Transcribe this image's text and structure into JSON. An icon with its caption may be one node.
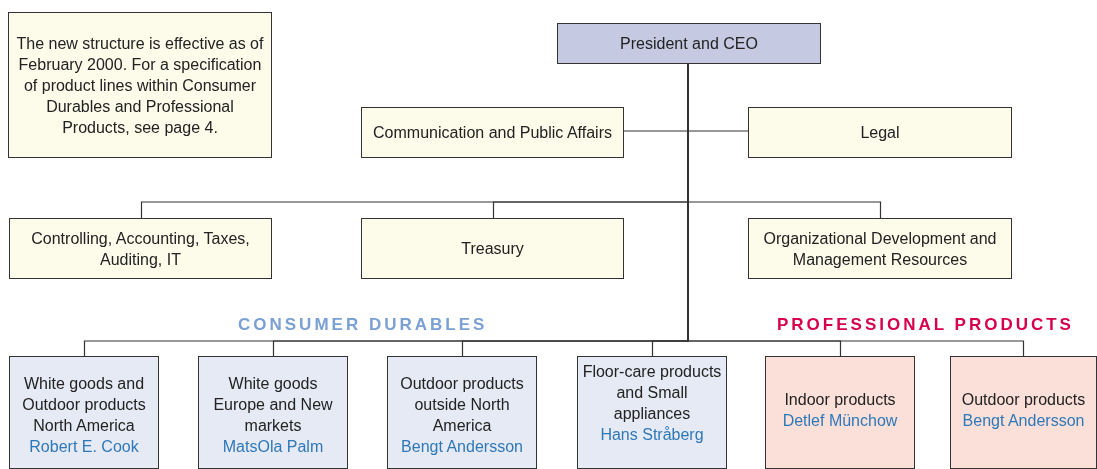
{
  "diagram": {
    "nodes": [
      {
        "text": [
          "The new structure is effective as of February 2000. For a specification of product lines within Consumer Durables and Professional Products, see page 4."
        ]
      },
      {
        "text": [
          "President and CEO"
        ]
      },
      {
        "text": [
          "Communication and Public Affairs"
        ]
      },
      {
        "text": [
          "Legal"
        ]
      },
      {
        "text": [
          "Controlling, Accounting, Taxes, Auditing, IT"
        ]
      },
      {
        "text": [
          "Treasury"
        ]
      },
      {
        "text": [
          "Organizational Development and Management Resources"
        ]
      },
      {
        "text": [
          "White goods and Outdoor products North America",
          "Robert E. Cook"
        ]
      },
      {
        "text": [
          "White goods Europe and New markets",
          "MatsOla Palm"
        ]
      },
      {
        "text": [
          "Outdoor products outside North America",
          "Bengt Andersson"
        ]
      },
      {
        "text": [
          "Floor-care products and Small appliances",
          "Hans Stråberg"
        ]
      },
      {
        "text": [
          "Indoor products",
          "Detlef Münchow"
        ]
      },
      {
        "text": [
          "Outdoor products",
          "Bengt Andersson"
        ]
      }
    ],
    "edges": [
      {
        "from": 1,
        "to": 2,
        "arrow": "none"
      },
      {
        "from": 1,
        "to": 3,
        "arrow": "none"
      },
      {
        "from": 1,
        "to": 4,
        "arrow": "none"
      },
      {
        "from": 1,
        "to": 5,
        "arrow": "none"
      },
      {
        "from": 1,
        "to": 6,
        "arrow": "none"
      },
      {
        "from": 1,
        "to": 7,
        "arrow": "none"
      },
      {
        "from": 1,
        "to": 8,
        "arrow": "none"
      },
      {
        "from": 1,
        "to": 9,
        "arrow": "none"
      },
      {
        "from": 1,
        "to": 10,
        "arrow": "none"
      },
      {
        "from": 1,
        "to": 11,
        "arrow": "none"
      },
      {
        "from": 1,
        "to": 12,
        "arrow": "none"
      }
    ],
    "labels": [
      "CONSUMER DURABLES",
      "PROFESSIONAL PRODUCTS"
    ]
  }
}
